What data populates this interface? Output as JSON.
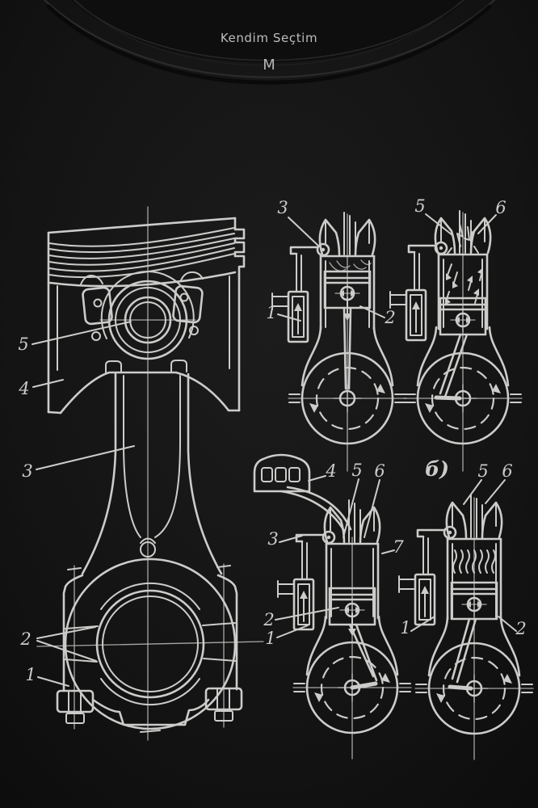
{
  "shirt": {
    "neck_label": {
      "brand": "Kendim Seçtim",
      "size": "M"
    },
    "colors": {
      "shirt": "#151515",
      "shirt_dark": "#0c0c0c",
      "print": "#d6d6d4"
    }
  },
  "diagram": {
    "piston_assembly": {
      "l1": "1",
      "l2": "2",
      "l3": "3",
      "l4": "4",
      "l5": "5"
    },
    "engine_a": {
      "l1": "1",
      "l2": "2",
      "l3": "3"
    },
    "engine_b": {
      "l5": "5",
      "l6": "6"
    },
    "engine_c": {
      "l1": "1",
      "l2": "2",
      "l3": "3",
      "l4": "4",
      "l5": "5",
      "l6": "6",
      "l7": "7"
    },
    "engine_d": {
      "fig": "б)",
      "l1": "1",
      "l2": "2",
      "l5": "5",
      "l6": "6"
    }
  }
}
